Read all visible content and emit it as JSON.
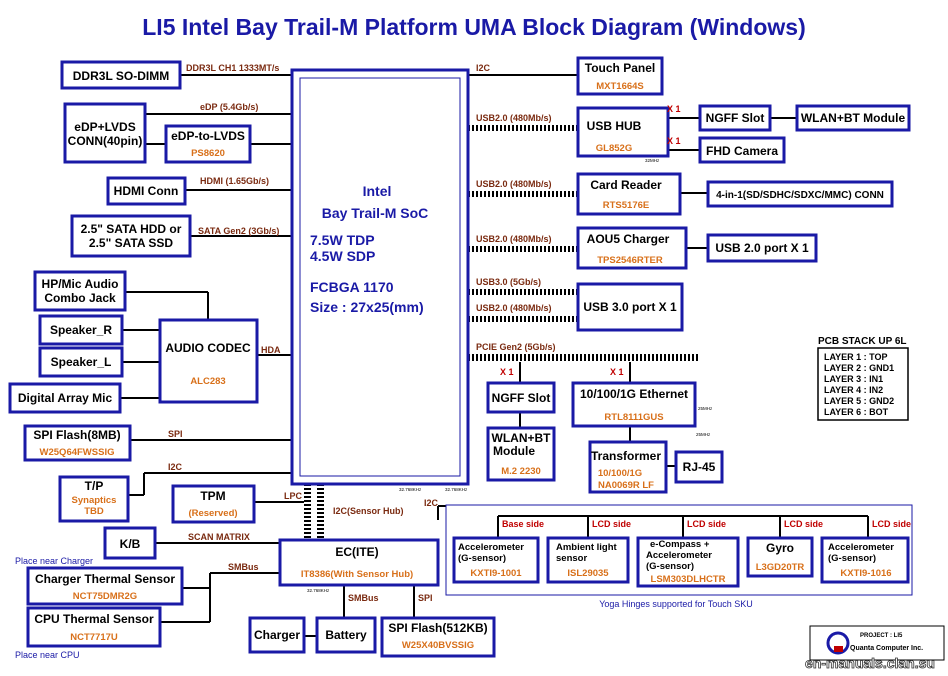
{
  "title": "LI5 Intel Bay Trail-M Platform UMA Block Diagram (Windows)",
  "soc": {
    "line1": "Intel",
    "line2": "Bay Trail-M SoC",
    "line3": "7.5W TDP",
    "line4": "4.5W SDP",
    "line5": "FCBGA 1170",
    "line6": "Size : 27x25(mm)"
  },
  "left": {
    "ddr": "DDR3L SO-DIMM",
    "ddr_bus": "DDR3L CH1 1333MT/s",
    "edp_bus": "eDP (5.4Gb/s)",
    "lvds_conn_1": "eDP+LVDS",
    "lvds_conn_2": "CONN(40pin)",
    "edp_lvds": "eDP-to-LVDS",
    "edp_lvds_part": "PS8620",
    "hdmi": "HDMI Conn",
    "hdmi_bus": "HDMI (1.65Gb/s)",
    "sata_1": "2.5\" SATA HDD or",
    "sata_2": "2.5\" SATA SSD",
    "sata_bus": "SATA Gen2 (3Gb/s)",
    "hp_1": "HP/Mic Audio",
    "hp_2": "Combo Jack",
    "spk_r": "Speaker_R",
    "spk_l": "Speaker_L",
    "mic": "Digital Array Mic",
    "codec": "AUDIO CODEC",
    "codec_part": "ALC283",
    "hda": "HDA",
    "spi_flash": "SPI Flash(8MB)",
    "spi_flash_part": "W25Q64FWSSIG",
    "spi": "SPI",
    "tp": "T/P",
    "tp_part_1": "Synaptics",
    "tp_part_2": "TBD",
    "i2c": "I2C",
    "tpm": "TPM",
    "tpm_part": "(Reserved)",
    "lpc": "LPC",
    "kb": "K/B",
    "scan": "SCAN MATRIX",
    "smbus": "SMBus",
    "note_charger": "Place near Charger",
    "chg_sensor": "Charger Thermal Sensor",
    "chg_sensor_part": "NCT75DMR2G",
    "cpu_sensor": "CPU Thermal Sensor",
    "cpu_sensor_part": "NCT7717U",
    "note_cpu": "Place near CPU"
  },
  "ec": {
    "name": "EC(ITE)",
    "part": "IT8386(With Sensor Hub)",
    "i2c_hub": "I2C(Sensor Hub)",
    "i2c": "I2C",
    "smbus": "SMBus",
    "spi": "SPI",
    "charger": "Charger",
    "battery": "Battery",
    "ec_flash": "SPI Flash(512KB)",
    "ec_flash_part": "W25X40BVSSIG"
  },
  "right": {
    "i2c": "I2C",
    "touch": "Touch Panel",
    "touch_part": "MXT1664S",
    "usb_bus_1": "USB2.0 (480Mb/s)",
    "usb_hub": "USB HUB",
    "usb_hub_part": "GL852G",
    "x1_a": "X 1",
    "x1_b": "X 1",
    "ngff_a": "NGFF Slot",
    "wlan_a": "WLAN+BT Module",
    "fhd": "FHD Camera",
    "usb_bus_2": "USB2.0 (480Mb/s)",
    "card": "Card Reader",
    "card_part": "RTS5176E",
    "card_conn": "4-in-1(SD/SDHC/SDXC/MMC) CONN",
    "usb_bus_3": "USB2.0 (480Mb/s)",
    "aou": "AOU5 Charger",
    "aou_part": "TPS2546RTER",
    "usb2_port": "USB 2.0 port X 1",
    "usb3_bus": "USB3.0 (5Gb/s)",
    "usb_bus_4": "USB2.0 (480Mb/s)",
    "usb3_port": "USB 3.0 port X 1",
    "pcie": "PCIE Gen2 (5Gb/s)",
    "x1_c": "X 1",
    "x1_d": "X 1",
    "ngff_b": "NGFF Slot",
    "eth": "10/100/1G Ethernet",
    "eth_part": "RTL8111GUS",
    "wlan_b_1": "WLAN+BT",
    "wlan_b_2": "Module",
    "wlan_b_part": "M.2 2230",
    "xfmr": "Transformer",
    "xfmr_part_1": "10/100/1G",
    "xfmr_part_2": "NA0069R LF",
    "rj45": "RJ-45",
    "clk1": "32MHz",
    "clk2": "25MHz",
    "clk3": "25MHz",
    "clk4": "32.768KHz",
    "clk5": "32.768KHz",
    "clk6": "32.768KHz"
  },
  "pcb": {
    "title": "PCB STACK UP 6L",
    "l1": "LAYER 1 : TOP",
    "l2": "LAYER 2 : GND1",
    "l3": "LAYER 3 : IN1",
    "l4": "LAYER 4 : IN2",
    "l5": "LAYER 5 : GND2",
    "l6": "LAYER 6 : BOT"
  },
  "sensors": {
    "base": "Base side",
    "lcd1": "LCD side",
    "lcd2": "LCD side",
    "lcd3": "LCD side",
    "lcd4": "LCD side",
    "acc1_1": "Accelerometer",
    "acc1_2": "(G-sensor)",
    "acc1_part": "KXTI9-1001",
    "amb_1": "Ambient light",
    "amb_2": "sensor",
    "amb_part": "ISL29035",
    "ecomp_1": "e-Compass +",
    "ecomp_2": "Accelerometer",
    "ecomp_3": "(G-sensor)",
    "ecomp_part": "LSM303DLHCTR",
    "gyro": "Gyro",
    "gyro_part": "L3GD20TR",
    "acc2_1": "Accelerometer",
    "acc2_2": "(G-sensor)",
    "acc2_part": "KXTI9-1016",
    "caption": "Yoga Hinges supported for Touch SKU"
  },
  "logo": {
    "line1": "PROJECT : LI5",
    "line2": "Quanta Computer Inc."
  },
  "watermark": "en-manuals.clan.su"
}
